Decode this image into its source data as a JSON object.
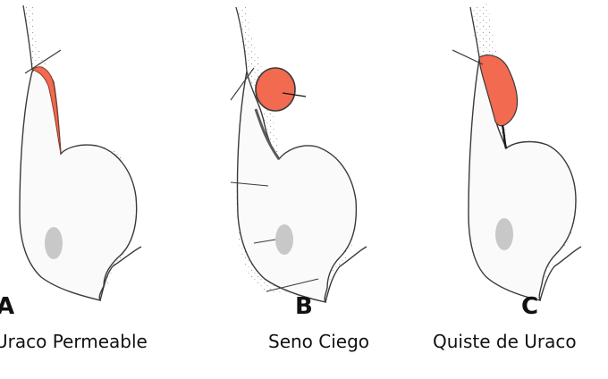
{
  "panels": [
    {
      "letter": "A",
      "caption": "Uraco Permeable"
    },
    {
      "letter": "B",
      "caption": "Seno Ciego"
    },
    {
      "letter": "C",
      "caption": "Quiste de Uraco"
    }
  ],
  "colors": {
    "lesion": "#f26a4f",
    "outline": "#3a3a3a",
    "stipple": "#9a9a9a",
    "bladder_fill": "#fafafa",
    "umbilicus_spot": "#c8c8c8"
  }
}
